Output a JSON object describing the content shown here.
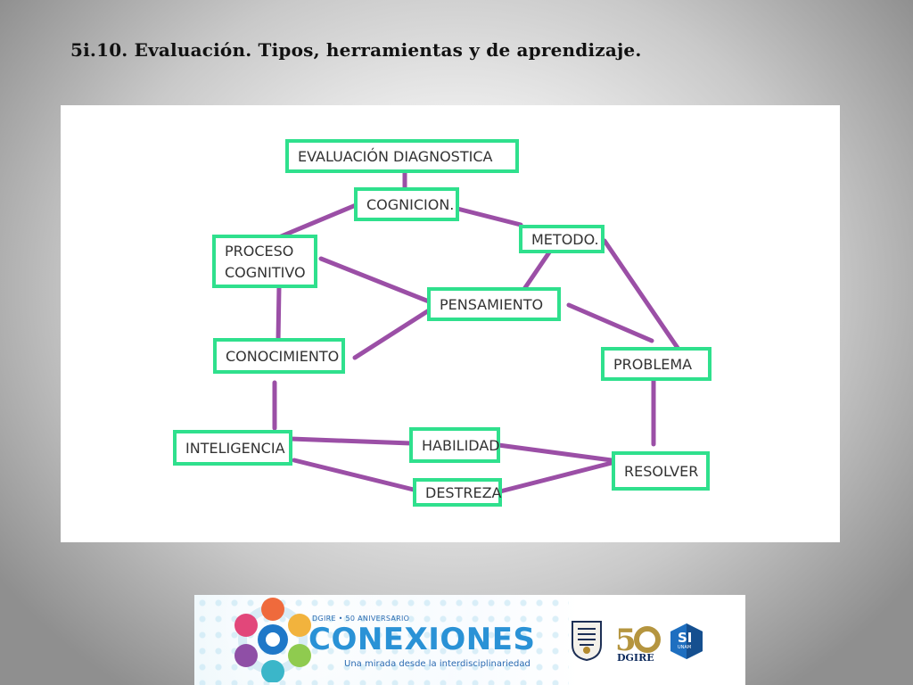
{
  "slide": {
    "title": "5i.10. Evaluación. Tipos, herramientas y de aprendizaje."
  },
  "diagram": {
    "nodes": [
      {
        "id": "evaluacion",
        "lines": [
          "EVALUACIÓN DIAGNOSTICA"
        ]
      },
      {
        "id": "cognicion",
        "lines": [
          "COGNICION."
        ]
      },
      {
        "id": "metodo",
        "lines": [
          "METODO."
        ]
      },
      {
        "id": "proceso",
        "lines": [
          "PROCESO",
          "COGNITIVO"
        ]
      },
      {
        "id": "pensamiento",
        "lines": [
          "PENSAMIENTO"
        ]
      },
      {
        "id": "conocimiento",
        "lines": [
          "CONOCIMIENTO"
        ]
      },
      {
        "id": "problema",
        "lines": [
          "PROBLEMA"
        ]
      },
      {
        "id": "inteligencia",
        "lines": [
          "INTELIGENCIA"
        ]
      },
      {
        "id": "habilidad",
        "lines": [
          "HABILIDAD"
        ]
      },
      {
        "id": "resolver",
        "lines": [
          "RESOLVER"
        ]
      },
      {
        "id": "destreza",
        "lines": [
          "DESTREZA"
        ]
      }
    ],
    "edges": [
      [
        "evaluacion",
        "cognicion"
      ],
      [
        "cognicion",
        "proceso"
      ],
      [
        "cognicion",
        "metodo"
      ],
      [
        "metodo",
        "pensamiento"
      ],
      [
        "metodo",
        "problema"
      ],
      [
        "proceso",
        "pensamiento"
      ],
      [
        "proceso",
        "conocimiento"
      ],
      [
        "pensamiento",
        "conocimiento"
      ],
      [
        "pensamiento",
        "problema"
      ],
      [
        "conocimiento",
        "inteligencia"
      ],
      [
        "problema",
        "resolver"
      ],
      [
        "inteligencia",
        "habilidad"
      ],
      [
        "inteligencia",
        "destreza"
      ],
      [
        "habilidad",
        "resolver"
      ],
      [
        "destreza",
        "resolver"
      ]
    ],
    "colors": {
      "node_border": "#2fe08d",
      "edge": "#9b4fa6"
    }
  },
  "footer": {
    "anniversary": "DGIRE • 50 ANIVERSARIO",
    "brand": "CONEXIONES",
    "tagline": "Una mirada desde la interdisciplinariedad",
    "dgire": "DGIRE",
    "si": "SI",
    "si_sub": "UNAM",
    "icons": [
      "conexiones-logo-icon",
      "unam-seal-icon",
      "dgire-50-icon",
      "si-unam-icon"
    ]
  }
}
